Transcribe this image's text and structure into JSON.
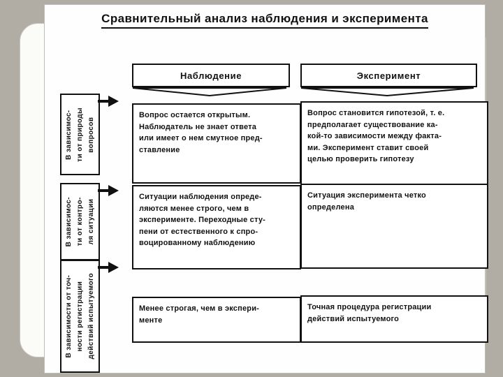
{
  "slide": {
    "title": "Сравнительный анализ наблюдения и эксперимента"
  },
  "diagram": {
    "columns": {
      "observation": "Наблюдение",
      "experiment": "Эксперимент"
    },
    "rows": [
      {
        "criterion": "В зависимос-\nти от природы\nвопросов",
        "observation": "Вопрос остается открытым.\nНаблюдатель не знает ответа\nили имеет о нем смутное пред-\nставление",
        "experiment": "Вопрос становится гипотезой, т. е.\nпредполагает существование ка-\nкой-то зависимости между факта-\nми. Эксперимент ставит своей\nцелью проверить гипотезу"
      },
      {
        "criterion": "В зависимос-\nти от контро-\nля ситуации",
        "observation": "Ситуации наблюдения опреде-\nляются менее строго, чем в\nэксперименте. Переходные сту-\nпени от естественного к спро-\nвоцированному наблюдению",
        "experiment": "Ситуация эксперимента четко\nопределена"
      },
      {
        "criterion": "В зависимости от точ-\nности регистрации\nдействий испытуемого",
        "observation": "Менее строгая, чем в экспери-\nменте",
        "experiment": "Точная процедура регистрации\nдействий испытуемого"
      }
    ],
    "colors": {
      "ink": "#111111",
      "paper": "#ffffff",
      "page_background": "#b1ada5",
      "panel_background": "#fbfbf8"
    }
  }
}
